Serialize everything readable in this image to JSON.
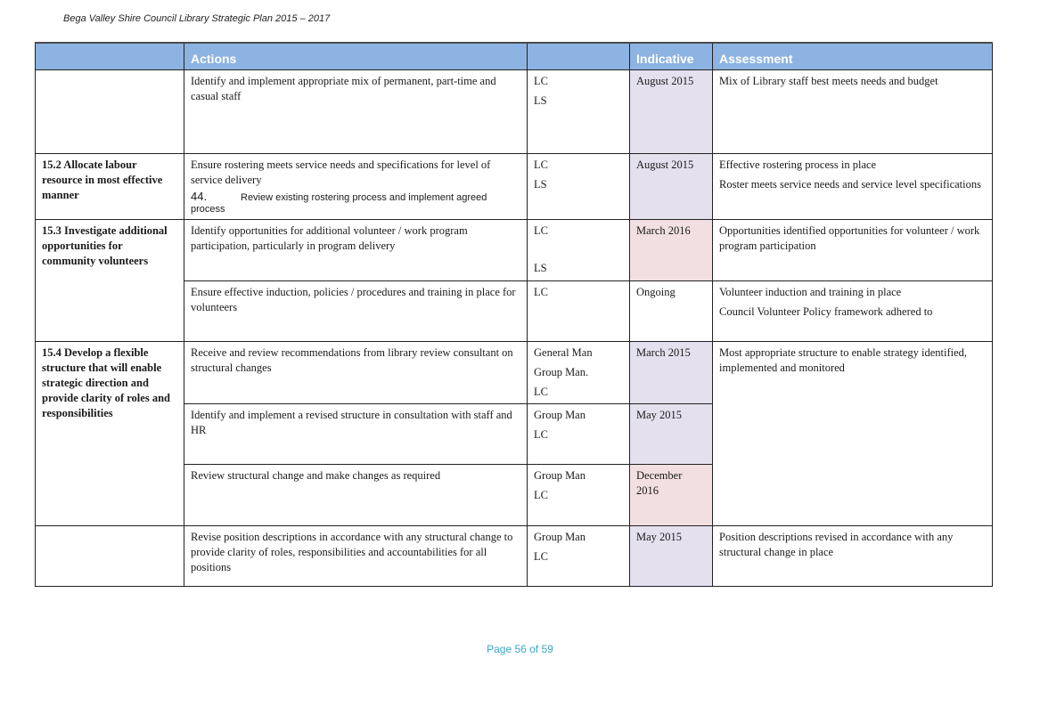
{
  "header": {
    "title": "Bega Valley Shire Council Library Strategic Plan 2015 – 2017"
  },
  "table": {
    "columns": [
      "",
      "Actions",
      "",
      "Indicative",
      "Assessment"
    ],
    "rows": [
      {
        "objective": "",
        "action": "Identify and implement appropriate mix of permanent, part-time and casual staff",
        "resp": [
          "LC",
          "LS"
        ],
        "timeframe": "August 2015",
        "assessment": [
          "Mix of Library staff best meets needs and budget"
        ]
      },
      {
        "objective": "15.2 Allocate labour resource in most effective manner",
        "action": "Ensure rostering meets service needs and specifications for level of service delivery",
        "sub_num": "44.",
        "sub_text": "Review existing rostering process and implement agreed process",
        "resp": [
          "LC",
          "LS"
        ],
        "timeframe": "August 2015",
        "assessment": [
          "Effective rostering process in place",
          "Roster meets service needs and service level specifications"
        ]
      },
      {
        "objective": "15.3 Investigate additional opportunities for community volunteers",
        "action": "Identify opportunities for additional volunteer  / work program participation, particularly in program delivery",
        "resp": [
          "LC",
          "LS"
        ],
        "timeframe": "March 2016",
        "assessment": [
          "Opportunities identified opportunities for volunteer / work program participation"
        ]
      },
      {
        "action": "Ensure effective induction, policies /  procedures and training  in place for volunteers",
        "resp": [
          "LC"
        ],
        "timeframe": "Ongoing",
        "assessment": [
          "Volunteer induction and training in place",
          "Council Volunteer  Policy framework adhered to"
        ]
      },
      {
        "objective": "15.4 Develop a flexible structure that will enable strategic direction and provide clarity of roles and responsibilities",
        "action": "Receive and review  recommendations from library review consultant on structural changes",
        "resp": [
          "General Man",
          "Group Man.",
          "LC"
        ],
        "timeframe": "March 2015",
        "assessment": [
          "Most appropriate structure to enable strategy identified, implemented and monitored"
        ]
      },
      {
        "action": "Identify and implement a revised structure in consultation with staff and HR",
        "resp": [
          "Group Man",
          "LC"
        ],
        "timeframe": "May 2015"
      },
      {
        "action": "Review structural change and make changes as required",
        "resp": [
          "Group Man",
          "LC"
        ],
        "timeframe": "December 2016"
      },
      {
        "action": "Revise position descriptions in accordance with any structural change to provide clarity of roles, responsibilities and accountabilities for all positions",
        "resp": [
          "Group Man",
          "LC"
        ],
        "timeframe": "May 2015",
        "assessment": [
          "Position descriptions revised in accordance with any structural change in place"
        ]
      }
    ]
  },
  "footer": {
    "page": "Page 56 of 59"
  }
}
